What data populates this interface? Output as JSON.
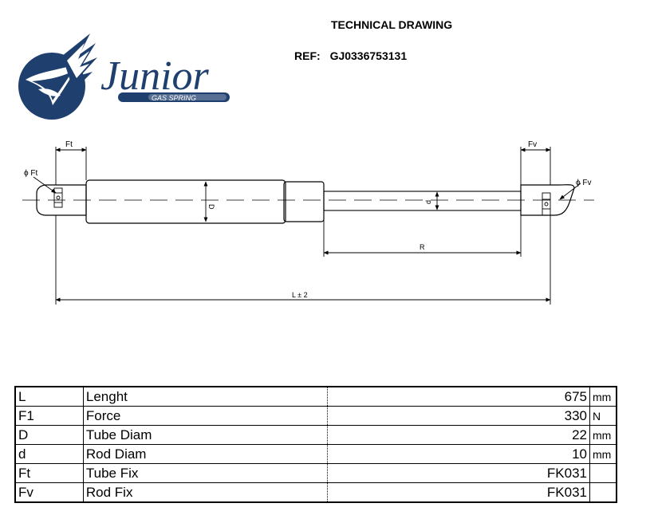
{
  "header": {
    "title": "TECHNICAL DRAWING",
    "ref_label": "REF:",
    "ref_value": "GJ0336753131"
  },
  "logo": {
    "brand": "Junior",
    "tagline": "GAS SPRING",
    "brand_color": "#1f3f6e"
  },
  "drawing": {
    "label_ft": "Ft",
    "label_fv": "Fv",
    "label_dia_ft": "ϕ Ft",
    "label_dia_fv": "ϕ Fv",
    "label_D": "D",
    "label_d": "d",
    "label_R": "R",
    "label_L": "L ± 2"
  },
  "specs": {
    "rows": [
      {
        "sym": "L",
        "name": "Lenght",
        "value": "675",
        "unit": "mm"
      },
      {
        "sym": "F1",
        "name": "Force",
        "value": "330",
        "unit": "N"
      },
      {
        "sym": "D",
        "name": "Tube Diam",
        "value": "22",
        "unit": "mm"
      },
      {
        "sym": "d",
        "name": "Rod Diam",
        "value": "10",
        "unit": "mm"
      },
      {
        "sym": "Ft",
        "name": "Tube Fix",
        "value": "FK031",
        "unit": ""
      },
      {
        "sym": "Fv",
        "name": "Rod Fix",
        "value": "FK031",
        "unit": ""
      }
    ]
  }
}
